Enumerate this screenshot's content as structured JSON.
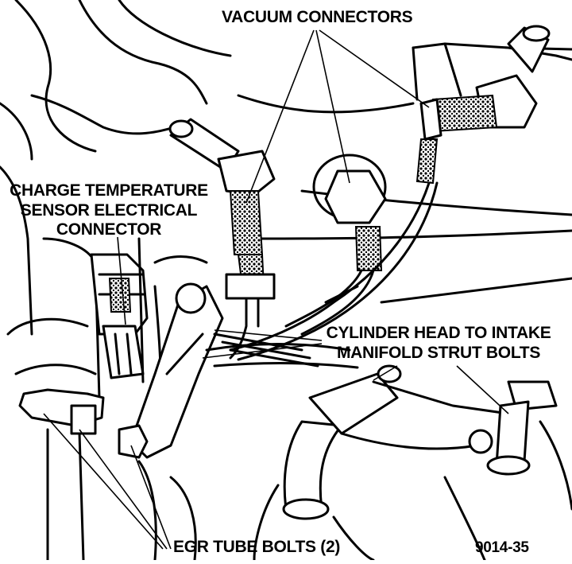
{
  "labels": {
    "vacuum_connectors": "VACUUM CONNECTORS",
    "charge_temp_line1": "CHARGE TEMPERATURE",
    "charge_temp_line2": "SENSOR ELECTRICAL",
    "charge_temp_line3": "CONNECTOR",
    "cylinder_head_line1": "CYLINDER HEAD TO INTAKE",
    "cylinder_head_line2": "MANIFOLD STRUT BOLTS",
    "egr_tube_bolts": "EGR TUBE BOLTS (2)",
    "figure_number": "9014-35"
  }
}
